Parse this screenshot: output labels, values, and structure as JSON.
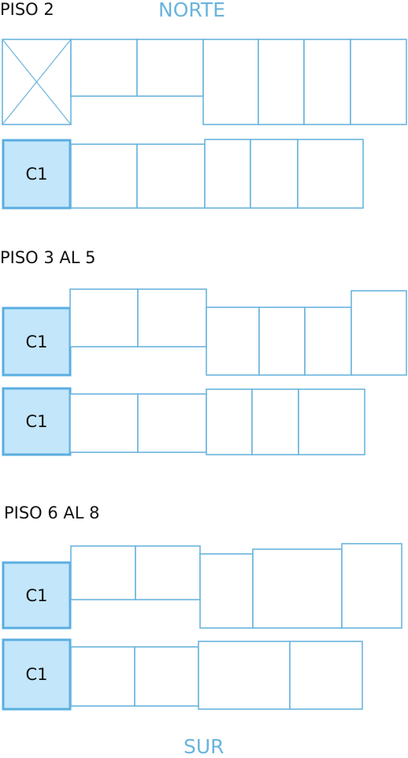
{
  "colors": {
    "stroke": "#6ab4dd",
    "highlight_fill": "#c3e6fb",
    "highlight_stroke": "#5aaee0",
    "label_blue": "#6ab4dd",
    "text": "#111111"
  },
  "directions": {
    "north": "NORTE",
    "south": "SUR"
  },
  "floors": [
    {
      "label": "PISO 2"
    },
    {
      "label": "PISO 3 AL 5"
    },
    {
      "label": "PISO 6 AL 8"
    }
  ],
  "units": {
    "c1": "C1"
  },
  "icons": {
    "blocked": "blocked-x-icon"
  }
}
